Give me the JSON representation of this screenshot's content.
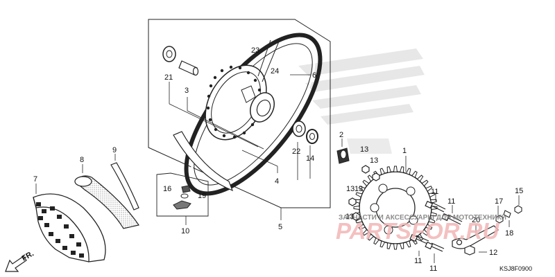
{
  "watermark": {
    "brand_text": "PARTSFOR.RU",
    "tagline": "ЗАПЧАСТИ И АКСЕССУАРЫ ДЛЯ МОТОТЕХНИКИ",
    "brand_color": "#e23c3c",
    "logo_color": "#c8c8c8"
  },
  "diagram": {
    "code": "KSJ8F0900",
    "direction": "FR.",
    "callouts": {
      "c1": "1",
      "c2": "2",
      "c3": "3",
      "c4": "4",
      "c5": "5",
      "c6": "6",
      "c7": "7",
      "c8": "8",
      "c9": "9",
      "c10": "10",
      "c11a": "11",
      "c11b": "11",
      "c11c": "11",
      "c11d": "11",
      "c12": "12",
      "c13a": "13",
      "c13b": "13",
      "c13c": "13",
      "c13d": "13",
      "c13e": "13",
      "c14": "14",
      "c15": "15",
      "c16": "16",
      "c17": "17",
      "c18": "18",
      "c19": "19",
      "c20": "20",
      "c21": "21",
      "c22": "22",
      "c23": "23",
      "c24": "24"
    }
  }
}
